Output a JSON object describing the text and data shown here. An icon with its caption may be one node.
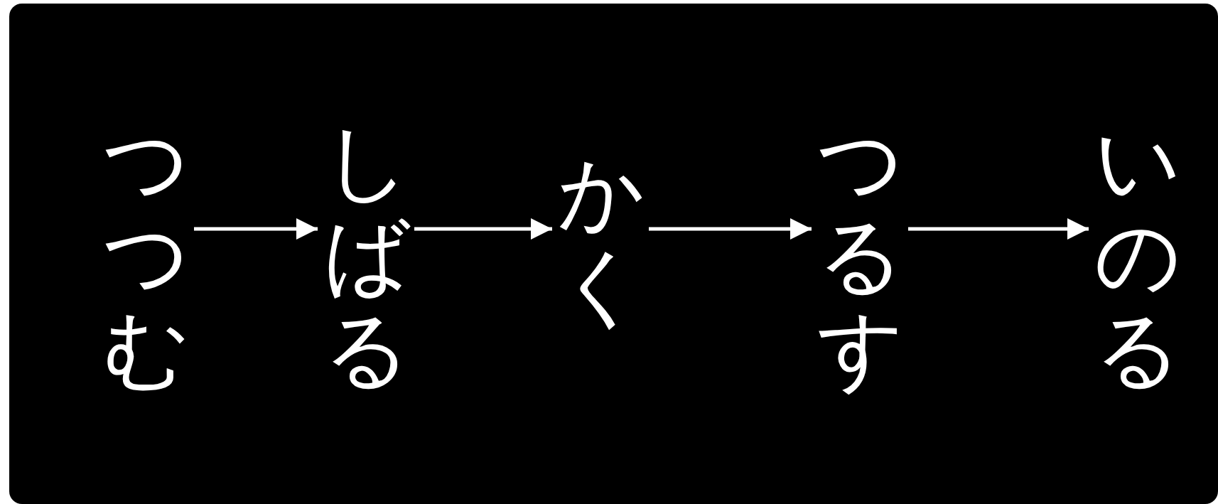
{
  "diagram": {
    "nodes": [
      {
        "text": [
          "つつむ"
        ]
      },
      {
        "text": [
          "しばる"
        ]
      },
      {
        "text": [
          "かく"
        ]
      },
      {
        "text": [
          "つるす"
        ]
      },
      {
        "text": [
          "いのる"
        ]
      }
    ],
    "edges": [
      {
        "from": 0,
        "to": 1,
        "arrow": "to"
      },
      {
        "from": 1,
        "to": 2,
        "arrow": "to"
      },
      {
        "from": 2,
        "to": 3,
        "arrow": "to"
      },
      {
        "from": 3,
        "to": 4,
        "arrow": "to"
      }
    ]
  }
}
